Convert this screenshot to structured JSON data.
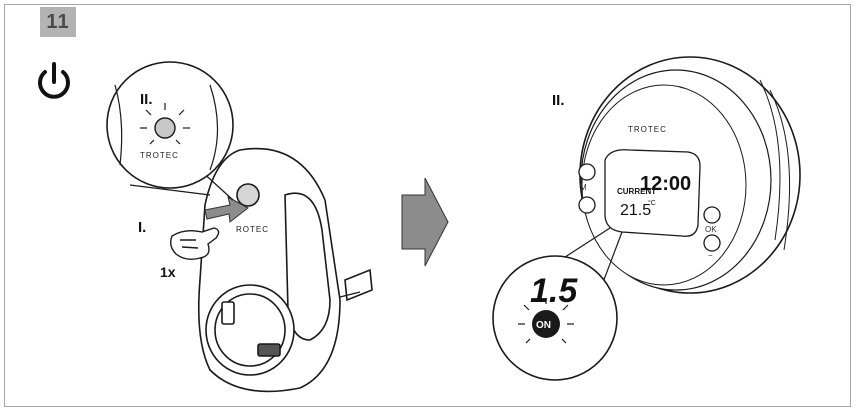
{
  "step": {
    "number": "11"
  },
  "left": {
    "step_one_label": "I.",
    "step_two_label": "II.",
    "press_count": "1x",
    "brand_text": "TROTEC",
    "plug_brand_text": "ROTEC"
  },
  "right": {
    "step_two_label": "II.",
    "brand_text": "TROTEC",
    "display_time": "12:00",
    "display_current": "CURRENT",
    "display_temp": "21.5",
    "display_temp_unit": "°C",
    "mode_button_label": "M",
    "ok_button_label": "OK",
    "minus_button_label": "−",
    "zoom_digits": "1.5",
    "on_badge": "ON"
  },
  "colors": {
    "badge_bg": "#b3b3b3",
    "arrow_fill": "#8c8c8c",
    "ink": "#1a1a1a"
  }
}
